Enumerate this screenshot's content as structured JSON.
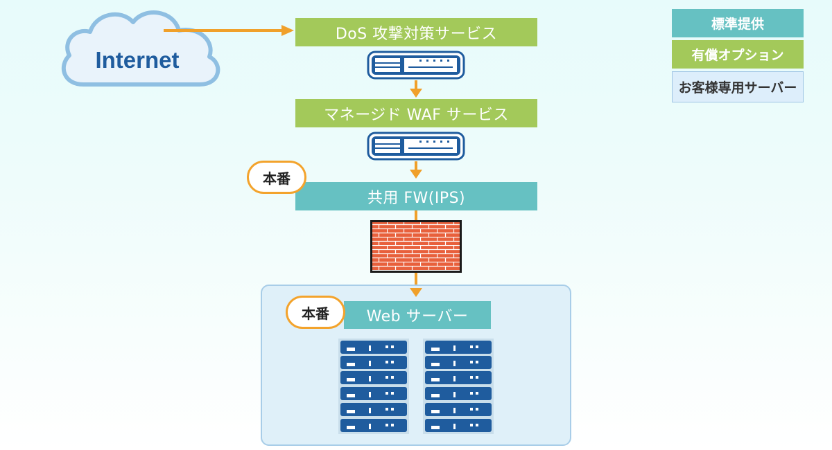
{
  "internet": {
    "label": "Internet"
  },
  "flow": {
    "dos": "DoS 攻撃対策サービス",
    "waf": "マネージド WAF サービス",
    "fw": "共用 FW(IPS)",
    "web": "Web サーバー"
  },
  "badges": {
    "fw": "本番",
    "web": "本番"
  },
  "legend": {
    "standard": "標準提供",
    "paid": "有償オプション",
    "customer": "お客様専用サーバー"
  },
  "colors": {
    "standard": "#66c1c2",
    "paid": "#a3c95a",
    "customer": "#ddeefb",
    "arrow": "#f0a02a",
    "badge_border": "#f3a32c",
    "cloud_fill": "#e9f3fb",
    "cloud_stroke": "#8fbfe2",
    "server_blue": "#1f5c9e",
    "brick": "#e8603c"
  },
  "icons": {
    "cloud": "cloud-icon",
    "appliance": "network-appliance-icon",
    "firewall": "brick-firewall-icon",
    "server": "server-rack-icon"
  }
}
